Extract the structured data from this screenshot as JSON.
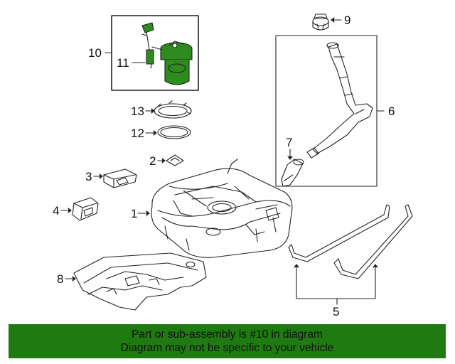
{
  "diagram": {
    "callouts": {
      "c1": "1",
      "c2": "2",
      "c3": "3",
      "c4": "4",
      "c5": "5",
      "c6": "6",
      "c7": "7",
      "c8": "8",
      "c9": "9",
      "c10": "10",
      "c11": "11",
      "c12": "12",
      "c13": "13"
    },
    "highlight_color": "#2e8b1e"
  },
  "banner": {
    "line1": "Part or sub-assembly is #10 in diagram",
    "line2": "Diagram may not be specific to your vehicle",
    "background_color": "#1f7a12"
  }
}
